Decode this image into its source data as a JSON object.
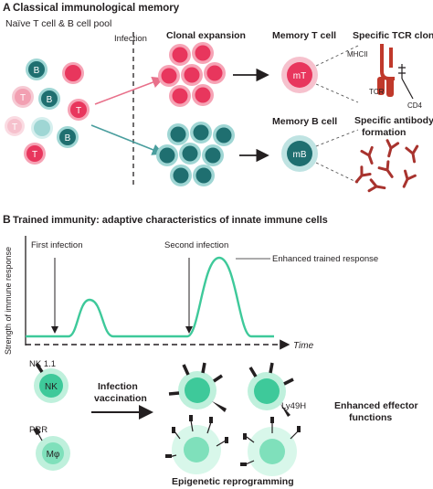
{
  "panel_a": {
    "letter": "A",
    "title": "Classical immunological memory",
    "pool_label": "Naïve T cell & B cell pool",
    "infection_label": "Infection",
    "clonal_label": "Clonal expansion",
    "memory_t_label": "Memory T cell",
    "memory_t_cell": "mT",
    "tcr_clone_label": "Specific TCR clone",
    "mhcii_label": "MHCII",
    "tcr_label": "TCR",
    "cd4_label": "CD4",
    "memory_b_label": "Memory B cell",
    "memory_b_cell": "mB",
    "antibody_label_1": "Specific antibody",
    "antibody_label_2": "formation",
    "cell_t": "T",
    "cell_b": "B"
  },
  "panel_b": {
    "letter": "B",
    "title": "Trained immunity: adaptive characteristics of innate immune cells",
    "ylabel": "Strength of immune response",
    "xlabel": "Time",
    "first_infection": "First infection",
    "second_infection": "Second infection",
    "enhanced_response": "Enhanced trained response",
    "nk_marker": "NK 1.1",
    "nk_cell": "NK",
    "prr_label": "PRR",
    "mphi_cell": "Mφ",
    "arrow_label_1": "Infection",
    "arrow_label_2": "vaccination",
    "ly49h_label": "Ly49H",
    "effector_label_1": "Enhanced effector",
    "effector_label_2": "functions",
    "epigenetic_label": "Epigenetic reprogramming"
  },
  "colors": {
    "t_cell": "#e8365d",
    "t_cell_light": "#f6a3b5",
    "b_cell": "#1f6f70",
    "b_cell_light": "#9fd6d4",
    "innate": "#3ec99a",
    "innate_light": "#bff0dc",
    "tcr": "#c0392b",
    "antibody": "#a8332e",
    "curve": "#3ec99a"
  }
}
